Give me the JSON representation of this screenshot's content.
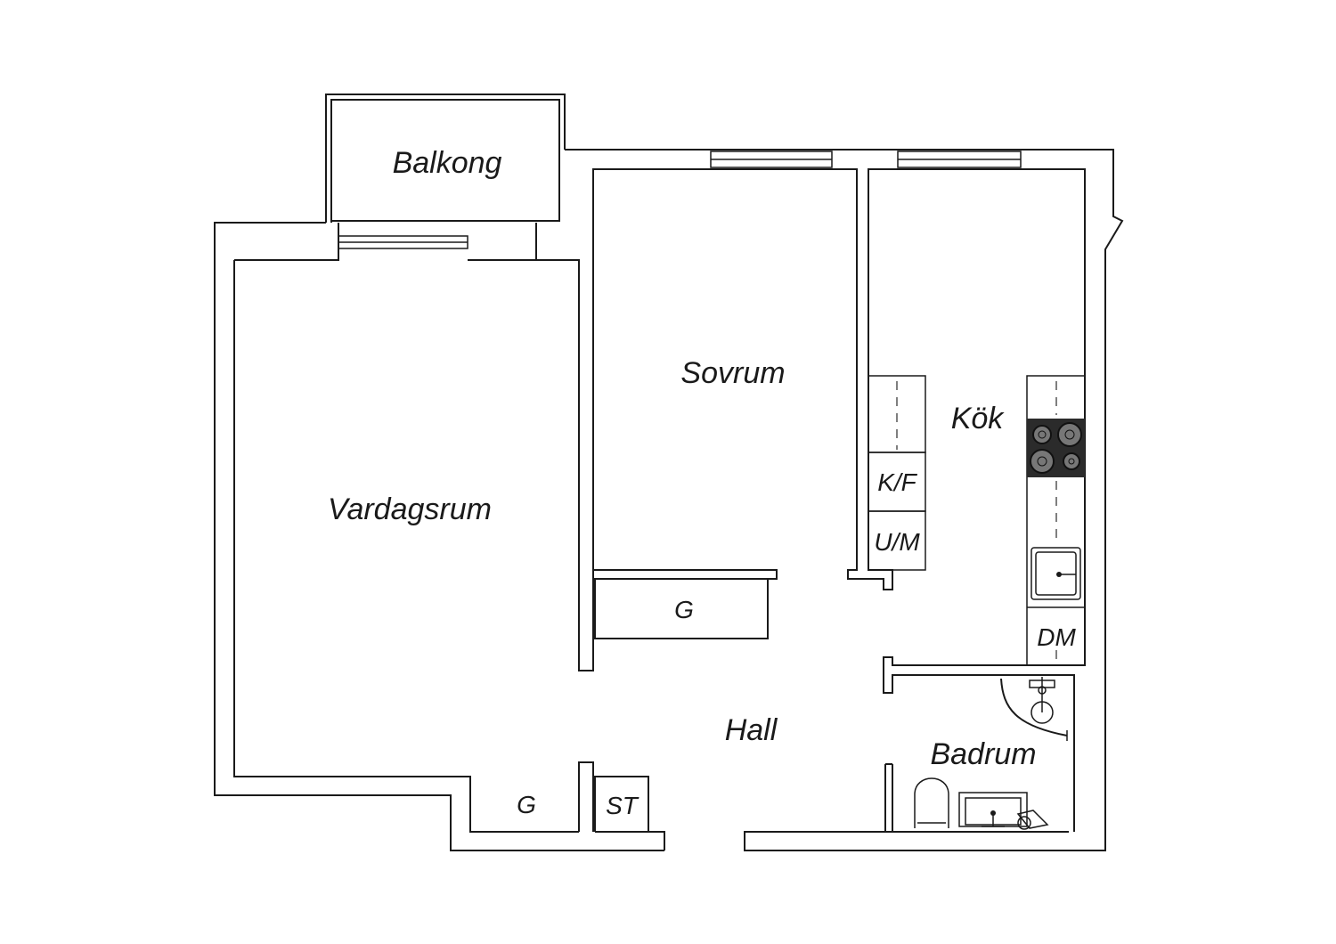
{
  "rooms": {
    "balkong": "Balkong",
    "sovrum": "Sovrum",
    "kok": "Kök",
    "vardagsrum": "Vardagsrum",
    "hall": "Hall",
    "badrum": "Badrum"
  },
  "fixtures": {
    "kf": "K/F",
    "um": "U/M",
    "dm": "DM",
    "g_hall": "G",
    "g_bottom": "G",
    "st": "ST"
  },
  "colors": {
    "line": "#1a1a1a",
    "stove": "#2b2b2b"
  },
  "icons": [
    "stove-icon",
    "kitchen-sink-icon",
    "shower-icon",
    "toilet-icon",
    "bathroom-sink-icon"
  ]
}
